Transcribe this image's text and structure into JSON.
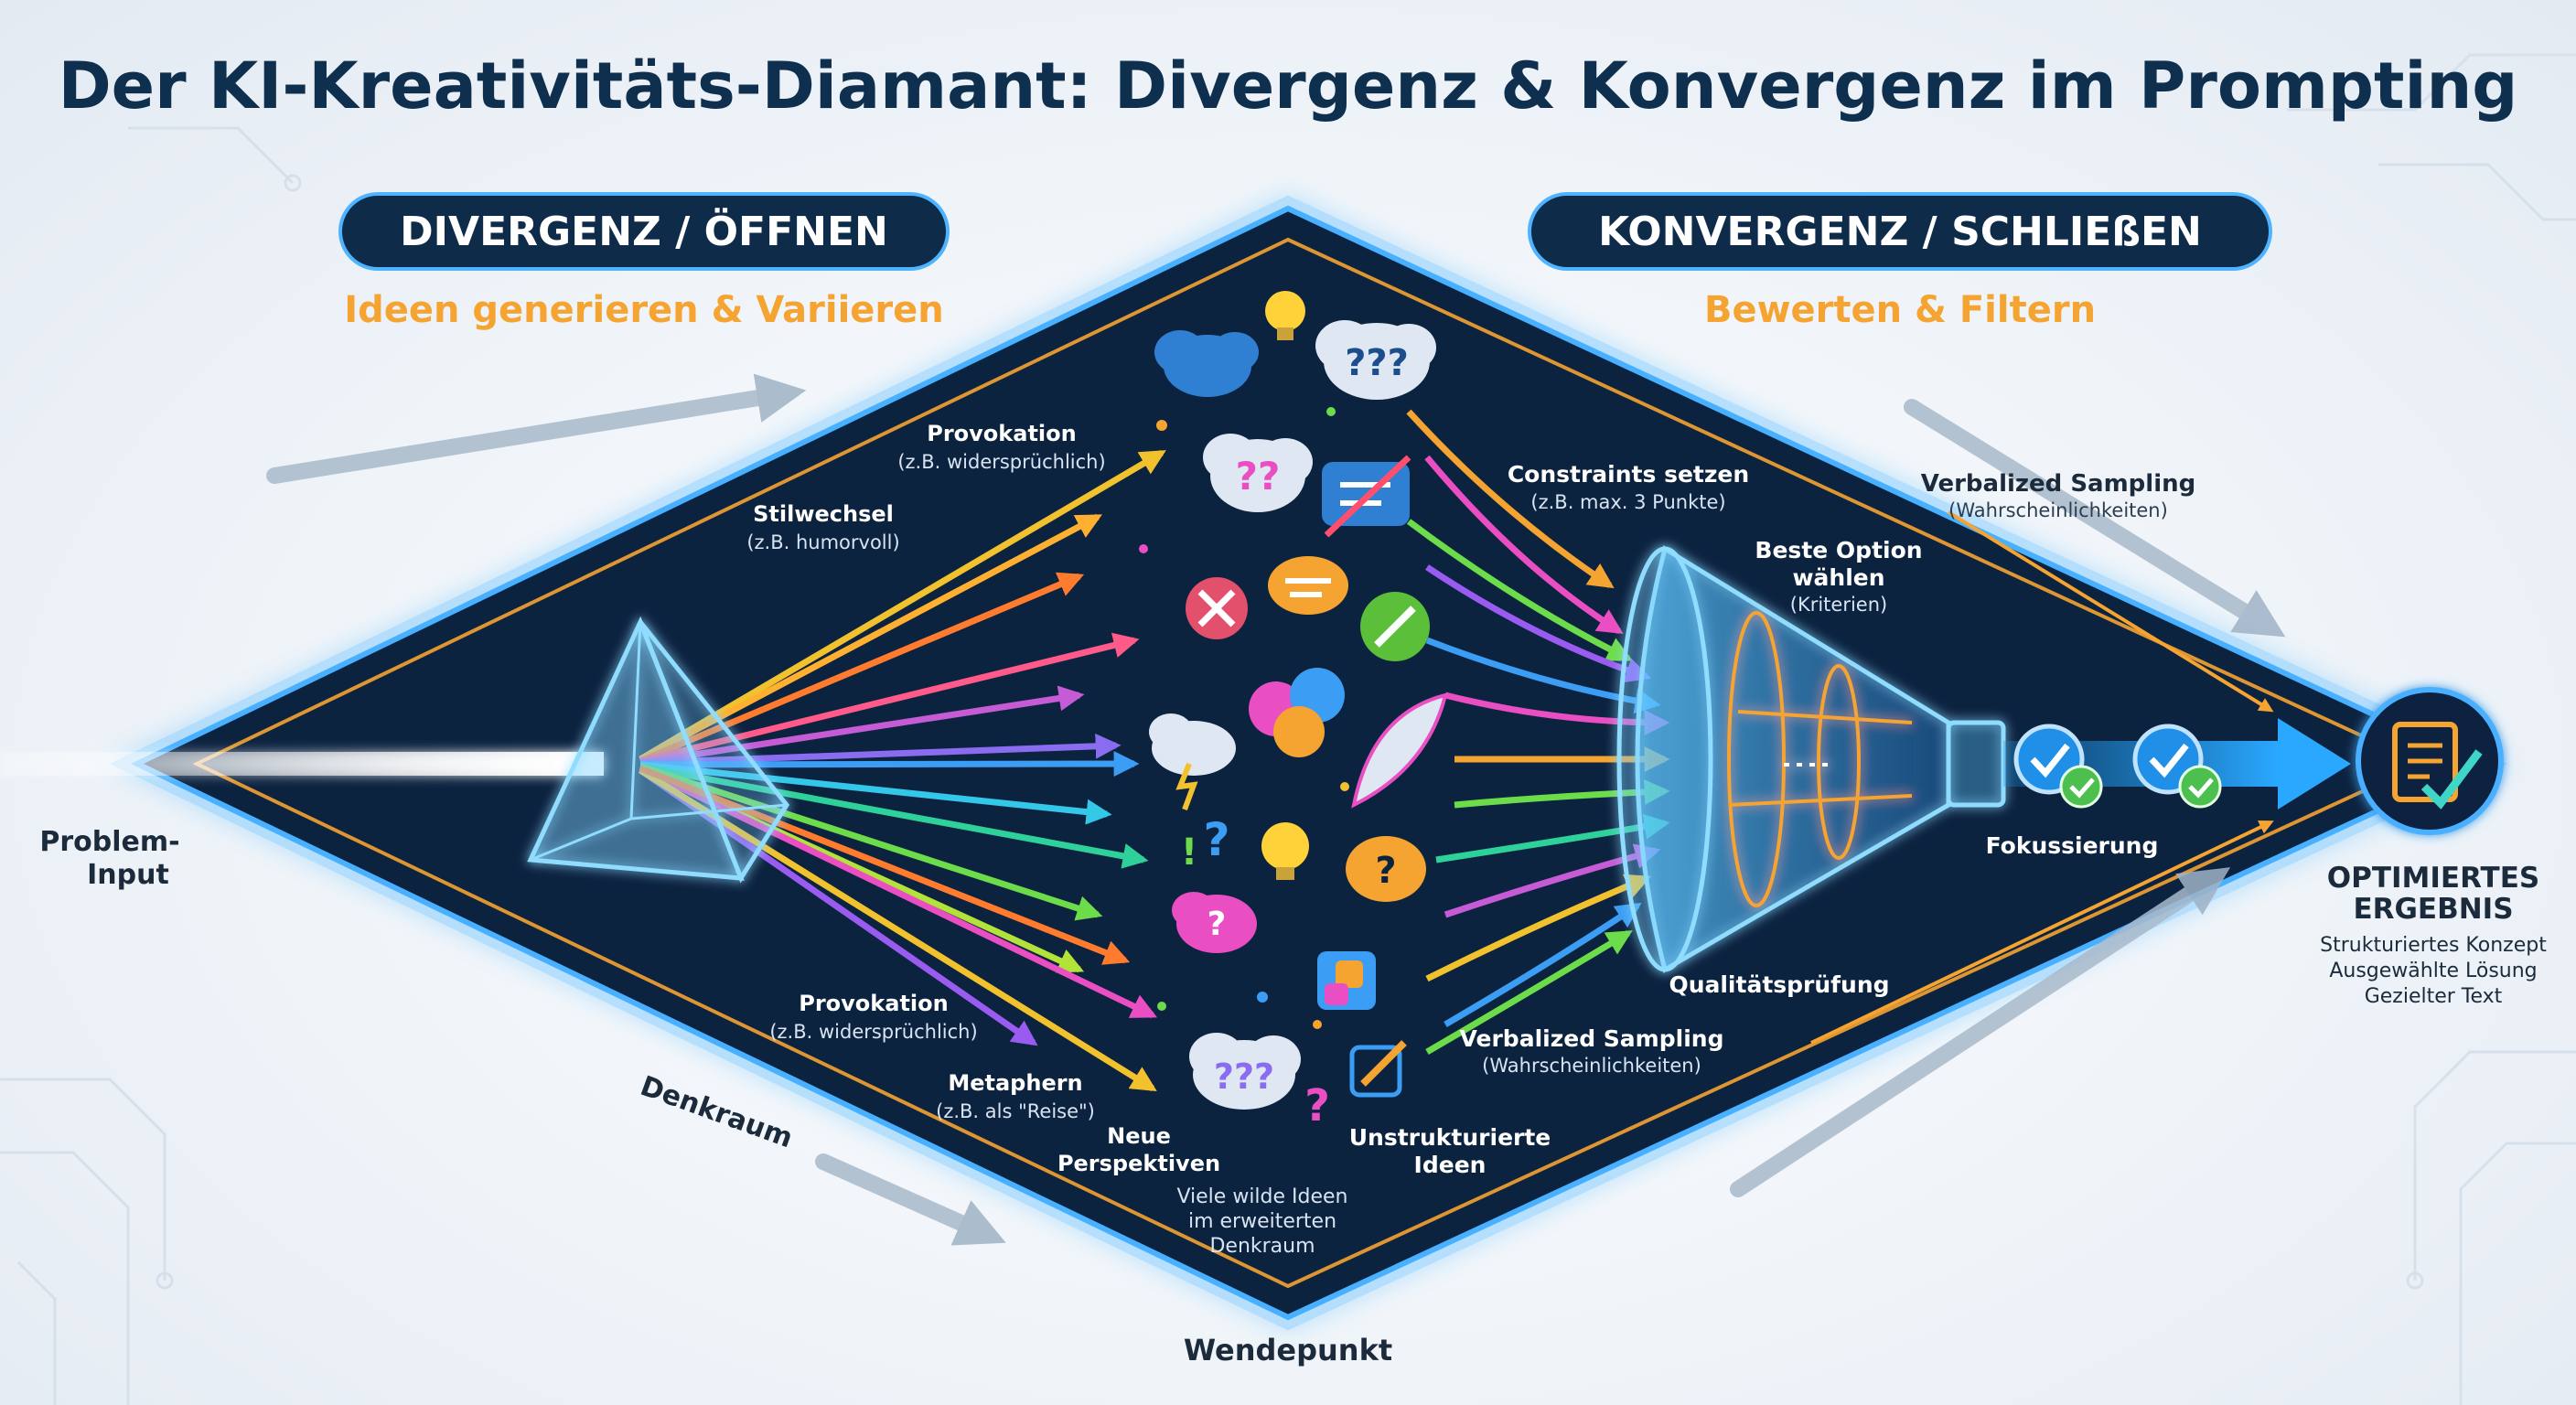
{
  "title": "Der KI-Kreativitäts-Diamant: Divergenz & Konvergenz im Prompting",
  "divergence": {
    "header": "DIVERGENZ / ÖFFNEN",
    "subtitle": "Ideen generieren & Variieren",
    "labels": {
      "provokation_top": "Provokation",
      "provokation_top_sub": "(z.B. widersprüchlich)",
      "stilwechsel": "Stilwechsel",
      "stilwechsel_sub": "(z.B. humorvoll)",
      "provokation_bottom": "Provokation",
      "provokation_bottom_sub": "(z.B. widersprüchlich)",
      "metaphern": "Metaphern",
      "metaphern_sub": "(z.B. als \"Reise\")",
      "neue_perspektiven_1": "Neue",
      "neue_perspektiven_2": "Perspektiven",
      "viele_ideen_1": "Viele wilde Ideen",
      "viele_ideen_2": "im erweiterten",
      "viele_ideen_3": "Denkraum"
    }
  },
  "convergence": {
    "header": "KONVERGENZ / SCHLIEßEN",
    "subtitle": "Bewerten & Filtern",
    "labels": {
      "constraints": "Constraints setzen",
      "constraints_sub": "(z.B. max. 3 Punkte)",
      "beste_option_1": "Beste Option",
      "beste_option_2": "wählen",
      "beste_option_sub": "(Kriterien)",
      "vs_outer": "Verbalized Sampling",
      "vs_outer_sub": "(Wahrscheinlichkeiten)",
      "vs_inner": "Verbalized Sampling",
      "vs_inner_sub": "(Wahrscheinlichkeiten)",
      "unstrukturierte_1": "Unstrukturierte",
      "unstrukturierte_2": "Ideen",
      "qualitaet": "Qualitätsprüfung",
      "fokussierung": "Fokussierung"
    }
  },
  "input": {
    "line1": "Problem-",
    "line2": "Input"
  },
  "denkraum": "Denkraum",
  "wendepunkt": "Wendepunkt",
  "result": {
    "title1": "OPTIMIERTES",
    "title2": "ERGEBNIS",
    "items": [
      "Strukturiertes Konzept",
      "Ausgewählte Lösung",
      "Gezielter Text"
    ]
  },
  "icons": [
    "prism-icon",
    "thought-cloud-icon",
    "lightbulb-icon",
    "question-mark-icon",
    "speech-bubble-icon",
    "no-idea-icon",
    "pencil-icon",
    "feather-icon",
    "storm-cloud-icon",
    "puzzle-icon",
    "funnel-icon",
    "check-badge-icon",
    "document-check-icon"
  ],
  "colors": {
    "title": "#0f2f4f",
    "diamond": "#0c2340",
    "diamond_glow": "#4fb4ff",
    "accent_orange": "#f5a331",
    "header_pill": "#0e2b4a",
    "header_border": "#4fb4ff",
    "check_blue": "#2a8fe0",
    "check_green": "#4cbf4f"
  }
}
